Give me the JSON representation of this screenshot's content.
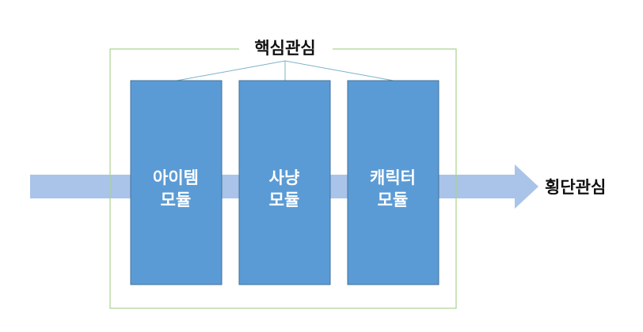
{
  "core_concern": {
    "label": "핵심관심"
  },
  "cross_cutting_concern": {
    "label": "횡단관심"
  },
  "modules": [
    {
      "line1": "아이템",
      "line2": "모듈"
    },
    {
      "line1": "사냥",
      "line2": "모듈"
    },
    {
      "line1": "캐릭터",
      "line2": "모듈"
    }
  ],
  "colors": {
    "module_fill": "#5B9BD5",
    "module_border": "#41719C",
    "arrow_fill": "#A9C4E8",
    "container_border": "#A9D18E",
    "connector_line": "#7FB2C9",
    "text_dark": "#111111",
    "text_light": "#FFFFFF"
  }
}
